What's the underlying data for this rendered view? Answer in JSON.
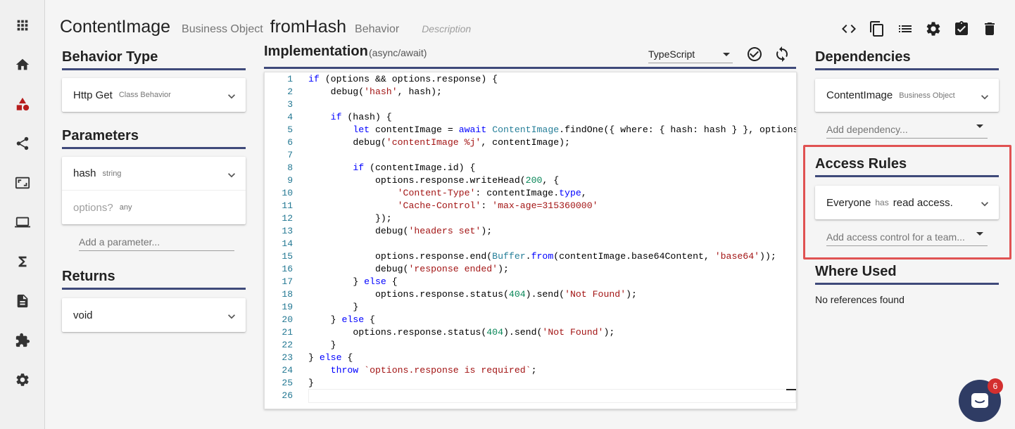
{
  "header": {
    "object_name": "ContentImage",
    "object_kind": "Business Object",
    "behavior_name": "fromHash",
    "behavior_kind": "Behavior",
    "description_placeholder": "Description"
  },
  "sidebar": {
    "icons": [
      "apps-grid-icon",
      "home-icon",
      "shapes-icon",
      "share-icon",
      "image-frame-icon",
      "laptop-icon",
      "sigma-icon",
      "document-icon",
      "puzzle-icon",
      "settings-icon"
    ]
  },
  "toolbar": {
    "icons": [
      "code-icon",
      "copy-icon",
      "list-icon",
      "settings-icon",
      "clipboard-check-icon",
      "delete-icon"
    ]
  },
  "behavior_type": {
    "heading": "Behavior Type",
    "value": "Http Get",
    "tag": "Class Behavior"
  },
  "parameters": {
    "heading": "Parameters",
    "items": [
      {
        "name": "hash",
        "type": "string"
      },
      {
        "name": "options?",
        "type": "any"
      }
    ],
    "add_placeholder": "Add a parameter..."
  },
  "returns": {
    "heading": "Returns",
    "value": "void"
  },
  "implementation": {
    "heading": "Implementation",
    "subheading": "(async/await)",
    "language": "TypeScript",
    "line_numbers": [
      "1",
      "2",
      "3",
      "4",
      "5",
      "6",
      "7",
      "8",
      "9",
      "10",
      "11",
      "12",
      "13",
      "14",
      "15",
      "16",
      "17",
      "18",
      "19",
      "20",
      "21",
      "22",
      "23",
      "24",
      "25",
      "26"
    ]
  },
  "dependencies": {
    "heading": "Dependencies",
    "item_name": "ContentImage",
    "item_tag": "Business Object",
    "add_placeholder": "Add dependency..."
  },
  "access_rules": {
    "heading": "Access Rules",
    "who": "Everyone",
    "verb": "has",
    "access": "read access.",
    "add_placeholder": "Add access control for a team..."
  },
  "where_used": {
    "heading": "Where Used",
    "text": "No references found"
  },
  "chat": {
    "badge_count": "6"
  },
  "colors": {
    "accent_underline": "#3f4a7a",
    "highlight_box": "#e05252",
    "fab": "#2f3c64"
  }
}
